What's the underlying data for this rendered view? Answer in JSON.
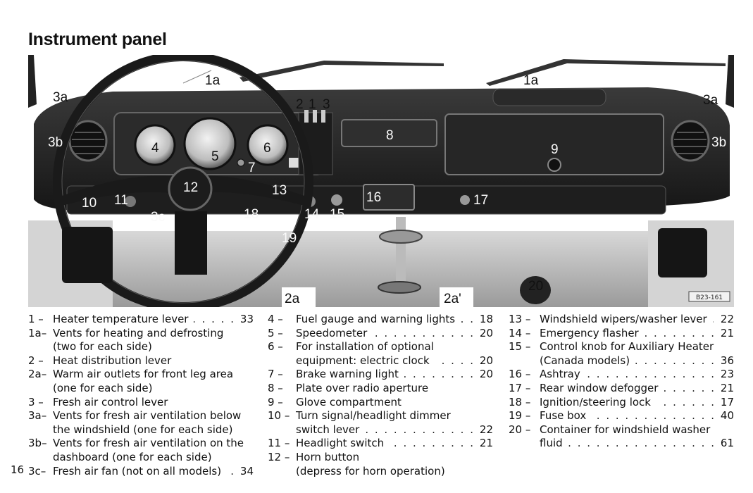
{
  "page_title": "Instrument panel",
  "page_number": "16",
  "figure": {
    "reference": "B23-161",
    "callouts": {
      "c1a_left": "1a",
      "c1a_right": "1a",
      "c3a_left": "3a",
      "c3a_right": "3a",
      "c3b_left": "3b",
      "c3b_right": "3b",
      "c3c": "3c",
      "c2": "2",
      "c1": "1",
      "c3": "3",
      "c4": "4",
      "c5": "5",
      "c6": "6",
      "c7": "7",
      "c8": "8",
      "c9": "9",
      "c10": "10",
      "c11": "11",
      "c12": "12",
      "c13": "13",
      "c14": "14",
      "c15": "15",
      "c16": "16",
      "c17": "17",
      "c18": "18",
      "c19": "19",
      "c20": "20",
      "c2a_left": "2a",
      "c2a_right": "2a'"
    }
  },
  "legend": {
    "col1": [
      {
        "num": "1 –",
        "lines": [
          "Heater temperature lever"
        ],
        "page": "33"
      },
      {
        "num": "1a–",
        "lines": [
          "Vents for heating and defrosting",
          "(two for each side)"
        ],
        "page": ""
      },
      {
        "num": "2 –",
        "lines": [
          "Heat distribution lever"
        ],
        "page": ""
      },
      {
        "num": "2a–",
        "lines": [
          "Warm air outlets for front leg area",
          "(one for each side)"
        ],
        "page": ""
      },
      {
        "num": "3 –",
        "lines": [
          "Fresh air control lever"
        ],
        "page": ""
      },
      {
        "num": "3a–",
        "lines": [
          "Vents for fresh air ventilation below",
          "the windshield (one for each side)"
        ],
        "page": ""
      },
      {
        "num": "3b–",
        "lines": [
          "Vents for fresh air ventilation on the",
          "dashboard (one for each side)"
        ],
        "page": ""
      },
      {
        "num": "3c–",
        "lines": [
          "Fresh air fan (not on all models)"
        ],
        "page": "34"
      }
    ],
    "col2": [
      {
        "num": "4 –",
        "lines": [
          "Fuel gauge and warning lights"
        ],
        "page": "18"
      },
      {
        "num": "5 –",
        "lines": [
          "Speedometer"
        ],
        "page": "20"
      },
      {
        "num": "6 –",
        "lines": [
          "For installation of optional",
          "equipment: electric clock"
        ],
        "page": "20"
      },
      {
        "num": "7 –",
        "lines": [
          "Brake warning light"
        ],
        "page": "20"
      },
      {
        "num": "8 –",
        "lines": [
          "Plate over radio aperture"
        ],
        "page": ""
      },
      {
        "num": "9 –",
        "lines": [
          "Glove compartment"
        ],
        "page": ""
      },
      {
        "num": "10 –",
        "lines": [
          "Turn signal/headlight dimmer",
          "switch lever"
        ],
        "page": "22"
      },
      {
        "num": "11 –",
        "lines": [
          "Headlight switch"
        ],
        "page": "21"
      },
      {
        "num": "12 –",
        "lines": [
          "Horn button",
          "(depress for horn operation)"
        ],
        "page": ""
      }
    ],
    "col3": [
      {
        "num": "13 –",
        "lines": [
          "Windshield wipers/washer lever"
        ],
        "page": "22"
      },
      {
        "num": "14 –",
        "lines": [
          "Emergency flasher"
        ],
        "page": "21"
      },
      {
        "num": "15 –",
        "lines": [
          "Control knob for Auxiliary Heater",
          "(Canada models)"
        ],
        "page": "36"
      },
      {
        "num": "16 –",
        "lines": [
          "Ashtray"
        ],
        "page": "23"
      },
      {
        "num": "17 –",
        "lines": [
          "Rear window defogger"
        ],
        "page": "21"
      },
      {
        "num": "18 –",
        "lines": [
          "Ignition/steering lock"
        ],
        "page": "17"
      },
      {
        "num": "19 –",
        "lines": [
          "Fuse box"
        ],
        "page": "40"
      },
      {
        "num": "20 –",
        "lines": [
          "Container for windshield washer",
          "fluid"
        ],
        "page": "61"
      }
    ]
  }
}
